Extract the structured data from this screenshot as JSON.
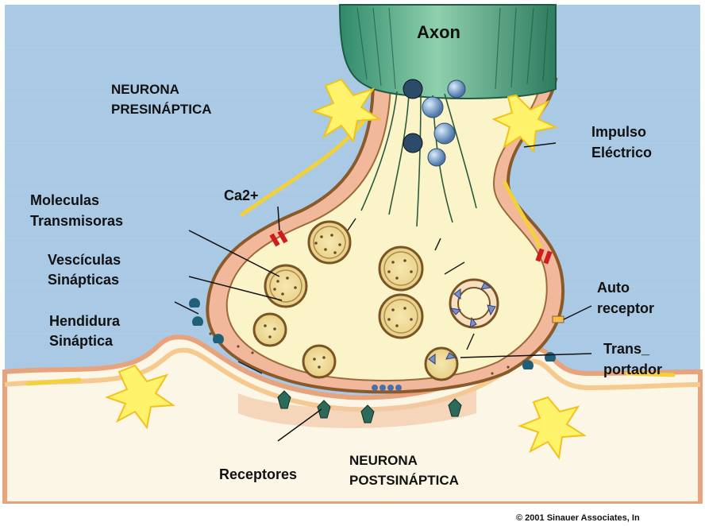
{
  "labels": {
    "axon": "Axon",
    "presynaptic_line1": "NEURONA",
    "presynaptic_line2": "PRESINÁPTICA",
    "impulse_line1": "Impulso",
    "impulse_line2": "Eléctrico",
    "calcium": "Ca2+",
    "molecules_line1": "Moleculas",
    "molecules_line2": "Transmisoras",
    "vesicles_line1": "Vescículas",
    "vesicles_line2": "Sinápticas",
    "cleft_line1": "Hendidura",
    "cleft_line2": "Sináptica",
    "autoreceptor_line1": "Auto",
    "autoreceptor_line2": "receptor",
    "transporter_line1": "Trans_",
    "transporter_line2": "portador",
    "receptors": "Receptores",
    "postsynaptic_line1": "NEURONA",
    "postsynaptic_line2": "POSTSINÁPTICA",
    "copyright": "© 2001 Sinauer Associates, In"
  },
  "colors": {
    "background_blue": "#a9c9e4",
    "terminal_cream": "#fbf4c8",
    "membrane_brown": "#8b5a2b",
    "membrane_pink": "#f2b8a0",
    "axon_green": "#5fae8a",
    "ca_channel_red": "#d01c1c",
    "spark_yellow": "#fff36b"
  }
}
